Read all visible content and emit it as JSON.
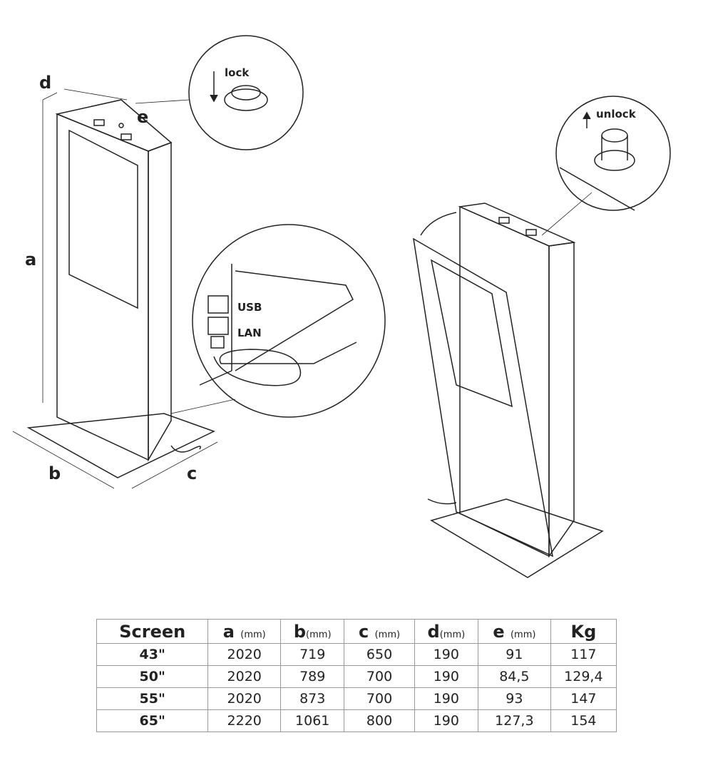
{
  "labels": {
    "d": "d",
    "e": "e",
    "a": "a",
    "b": "b",
    "c": "c",
    "lock": "lock",
    "unlock": "unlock",
    "usb": "USB",
    "lan": "LAN"
  },
  "table": {
    "headers": [
      {
        "l": "Screen",
        "u": ""
      },
      {
        "l": "a",
        "u": "(mm)"
      },
      {
        "l": "b",
        "u": "(mm)"
      },
      {
        "l": "c",
        "u": "(mm)"
      },
      {
        "l": "d",
        "u": "(mm)"
      },
      {
        "l": "e",
        "u": "(mm)"
      },
      {
        "l": "Kg",
        "u": ""
      }
    ],
    "rows": [
      [
        "43\"",
        "2020",
        "719",
        "650",
        "190",
        "91",
        "117"
      ],
      [
        "50\"",
        "2020",
        "789",
        "700",
        "190",
        "84,5",
        "129,4"
      ],
      [
        "55\"",
        "2020",
        "873",
        "700",
        "190",
        "93",
        "147"
      ],
      [
        "65\"",
        "2220",
        "1061",
        "800",
        "190",
        "127,3",
        "154"
      ]
    ]
  }
}
